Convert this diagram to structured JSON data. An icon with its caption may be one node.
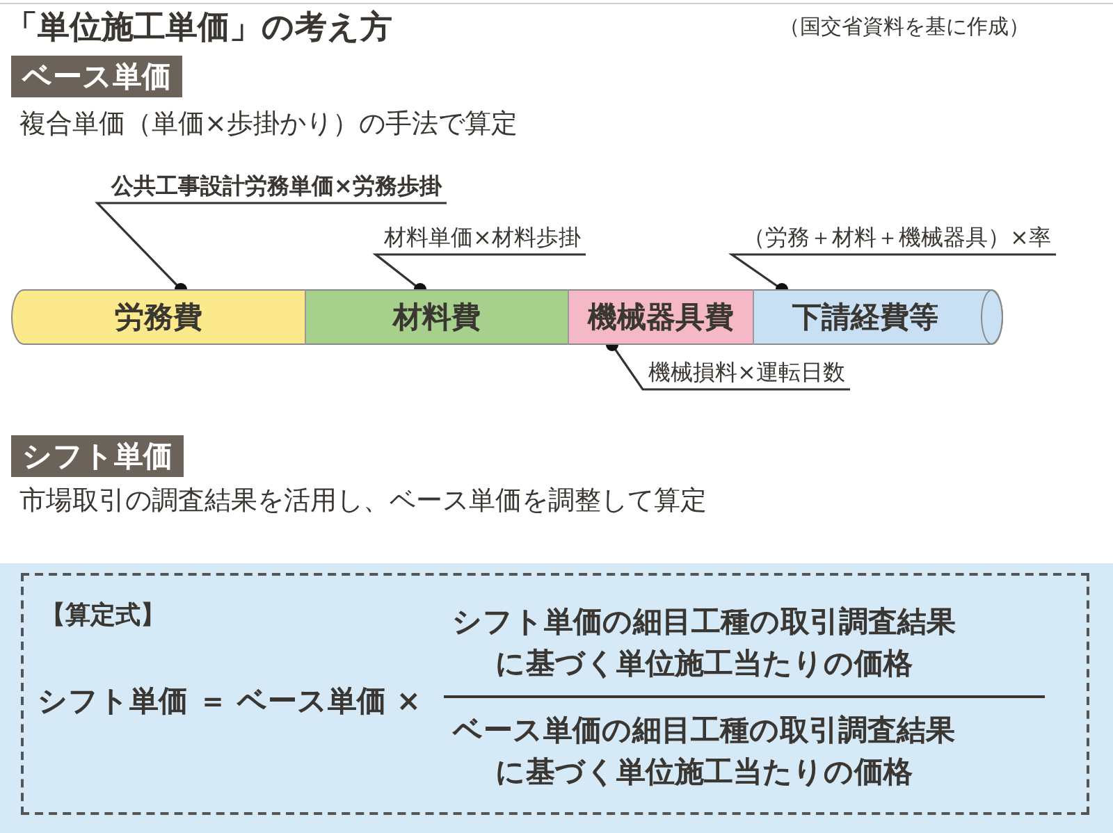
{
  "diagram": {
    "title": "「単位施工単価」の考え方",
    "nodes": [
      {
        "text": [
          "ベース単価"
        ]
      },
      {
        "text": [
          "公共工事設計労務単価×労務歩掛"
        ]
      },
      {
        "text": [
          "材料単価×材料歩掛"
        ]
      },
      {
        "text": [
          "（労務＋材料＋機械器具）×率"
        ]
      },
      {
        "text": [
          "労務費"
        ]
      },
      {
        "text": [
          "材料費"
        ]
      },
      {
        "text": [
          "機械器具費"
        ]
      },
      {
        "text": [
          "下請経費等"
        ]
      },
      {
        "text": [
          "機械損料×運転日数"
        ]
      },
      {
        "text": [
          "シフト単価"
        ]
      },
      {
        "text": [
          "【算定式】",
          "シフト単価 ＝ ベース単価 ×",
          "シフト単価の細目工種の取引調査結果に基づく単位施工当たりの価格",
          "ベース単価の細目工種の取引調査結果に基づく単位施工当たりの価格"
        ]
      }
    ],
    "edges": [
      {
        "from": 1,
        "to": 4,
        "arrow": "other"
      },
      {
        "from": 2,
        "to": 5,
        "arrow": "other"
      },
      {
        "from": 3,
        "to": 7,
        "arrow": "other"
      },
      {
        "from": 8,
        "to": 6,
        "arrow": "other"
      }
    ],
    "labels": [
      "（国交省資料を基に作成）",
      "複合単価（単価×歩掛かり）の手法で算定",
      "市場取引の調査結果を活用し、ベース単価を調整して算定"
    ]
  }
}
